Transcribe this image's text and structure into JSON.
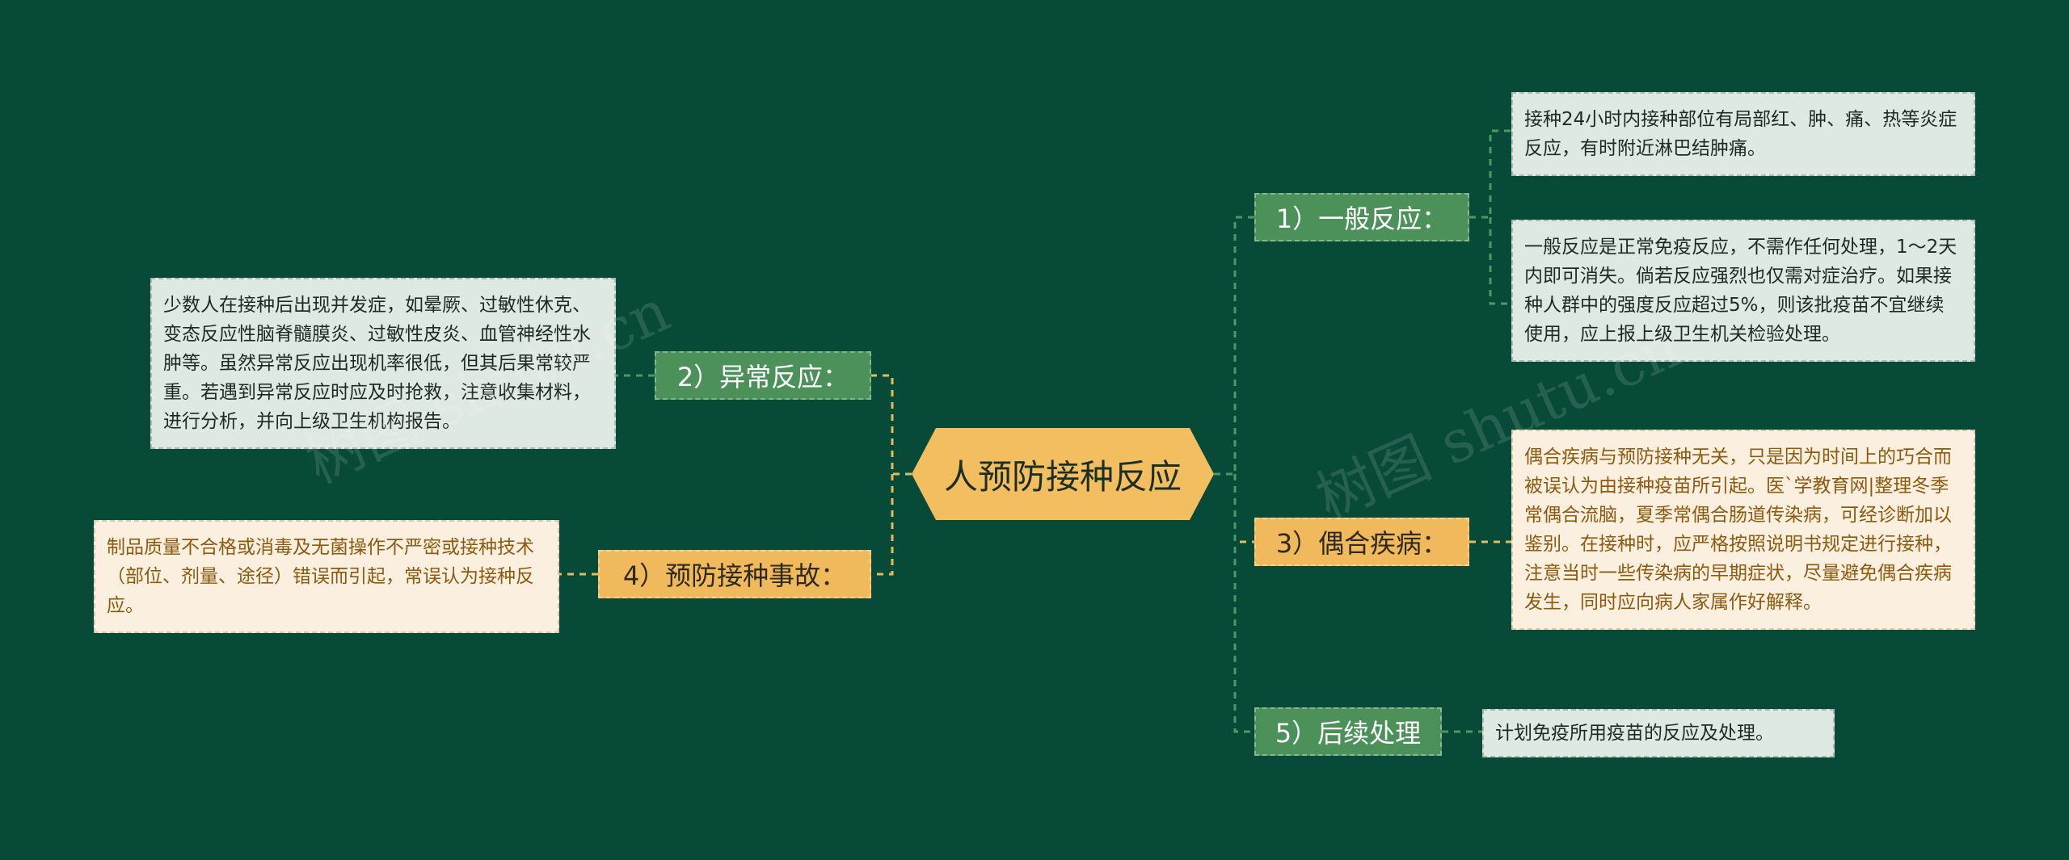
{
  "center": {
    "label": "人预防接种反应"
  },
  "branches": {
    "general": "1）一般反应：",
    "abnormal": "2）异常反应：",
    "coincidental": "3）偶合疾病：",
    "accident": "4）预防接种事故：",
    "followup": "5）后续处理"
  },
  "leaves": {
    "general_1": "接种24小时内接种部位有局部红、肿、痛、热等炎症反应，有时附近淋巴结肿痛。",
    "general_2": "一般反应是正常免疫反应，不需作任何处理，1～2天内即可消失。倘若反应强烈也仅需对症治疗。如果接种人群中的强度反应超过5%，则该批疫苗不宜继续使用，应上报上级卫生机关检验处理。",
    "abnormal": "少数人在接种后出现并发症，如晕厥、过敏性休克、变态反应性脑脊髓膜炎、过敏性皮炎、血管神经性水肿等。虽然异常反应出现机率很低，但其后果常较严重。若遇到异常反应时应及时抢救，注意收集材料，进行分析，并向上级卫生机构报告。",
    "coincidental": "偶合疾病与预防接种无关，只是因为时间上的巧合而被误认为由接种疫苗所引起。医`学教育网|整理冬季常偶合流脑，夏季常偶合肠道传染病，可经诊断加以鉴别。在接种时，应严格按照说明书规定进行接种，注意当时一些传染病的早期症状，尽量避免偶合疾病发生，同时应向病人家属作好解释。",
    "accident": "制品质量不合格或消毒及无菌操作不严密或接种技术（部位、剂量、途径）错误而引起，常误认为接种反应。",
    "followup": "计划免疫所用疫苗的反应及处理。"
  },
  "watermarks": {
    "left": "树图 shutu.cn",
    "right": "树图 shutu.cn"
  },
  "colors": {
    "background": "#074a38",
    "center": "#f3be5f",
    "green_branch": "#4c9159",
    "orange_branch": "#f0b95b",
    "green_leaf": "#dfe9e3",
    "orange_leaf": "#fbf0df"
  }
}
